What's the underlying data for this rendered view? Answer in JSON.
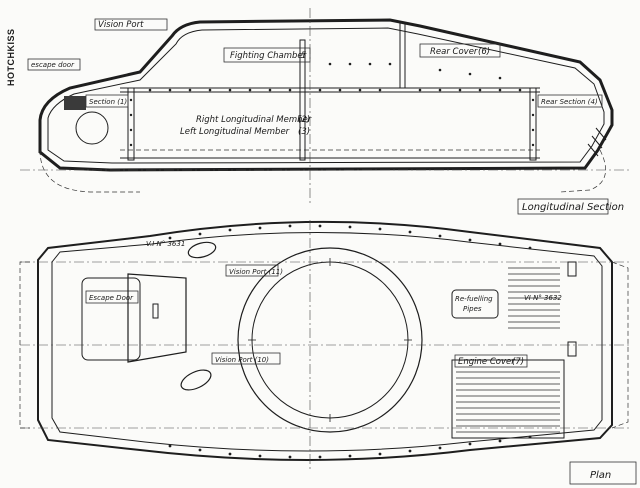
{
  "margin_text": "HOTCHKISS",
  "longitudinal_section": {
    "vision_port_label": "Vision Port",
    "escape_door_label": "escape door",
    "fighting_chamber_label": "Fighting Chamber",
    "fighting_chamber_num": "5",
    "rear_cover_label": "Rear Cover",
    "rear_cover_num": "(6)",
    "section_left_label": "Section (1)",
    "right_member_label": "Right Longitudinal Member",
    "right_member_num": "(2)",
    "left_member_label": "Left Longitudinal Member",
    "left_member_num": "(3)",
    "rear_section_label": "Rear Section (4)",
    "title": "Longitudinal Section"
  },
  "plan": {
    "vision_ref_top": "V.I N° 3631",
    "vision_port_upper": "Vision Port (11)",
    "escape_door_label": "Escape Door",
    "vision_port_lower": "Vision Port (10)",
    "refuelling_line1": "Re-fuelling",
    "refuelling_line2": "Pipes",
    "ref_right": "VI N° 3632",
    "engine_cover_label": "Engine Cover",
    "engine_cover_num": "(7)",
    "title": "Plan"
  }
}
